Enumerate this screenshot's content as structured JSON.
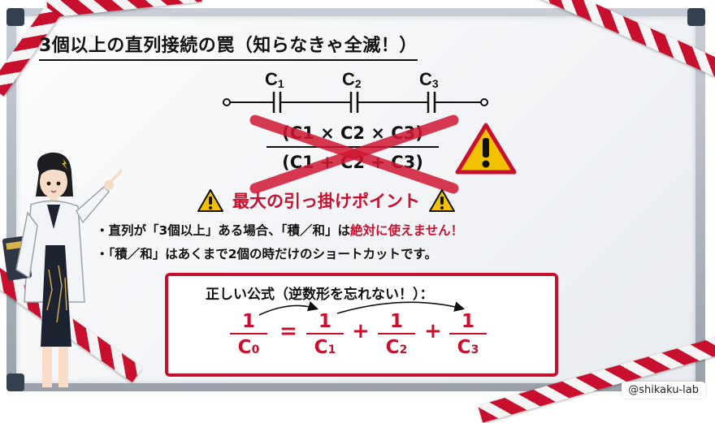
{
  "title": "3個以上の直列接続の罠（知らなきゃ全滅！）",
  "circuit": {
    "capacitors": [
      {
        "base": "C",
        "sub": "1"
      },
      {
        "base": "C",
        "sub": "2"
      },
      {
        "base": "C",
        "sub": "3"
      }
    ]
  },
  "wrong_formula": {
    "numerator": "(C1 × C2 × C3)",
    "denominator": "(C1 + C2 + C3)"
  },
  "warning": {
    "title": "最大の引っ掛けポイント",
    "bullet1_pre": "・直列が「3個以上」ある場合、「積／和」は",
    "bullet1_red": "絶対に使えません！",
    "bullet2": "・「積／和」はあくまで2個の時だけのショートカットです。"
  },
  "correct_formula": {
    "title": "正しい公式（逆数形を忘れない！）：",
    "numerator": "1",
    "terms": [
      {
        "base": "C",
        "sub": "0"
      },
      {
        "base": "C",
        "sub": "1"
      },
      {
        "base": "C",
        "sub": "2"
      },
      {
        "base": "C",
        "sub": "3"
      }
    ],
    "equals": "=",
    "plus": "+"
  },
  "credit": "@shikaku-lab",
  "colors": {
    "accent": "#c8102e",
    "warning_fill": "#f2c200"
  },
  "icons": [
    "warning-icon",
    "pointing-teacher-illustration"
  ]
}
